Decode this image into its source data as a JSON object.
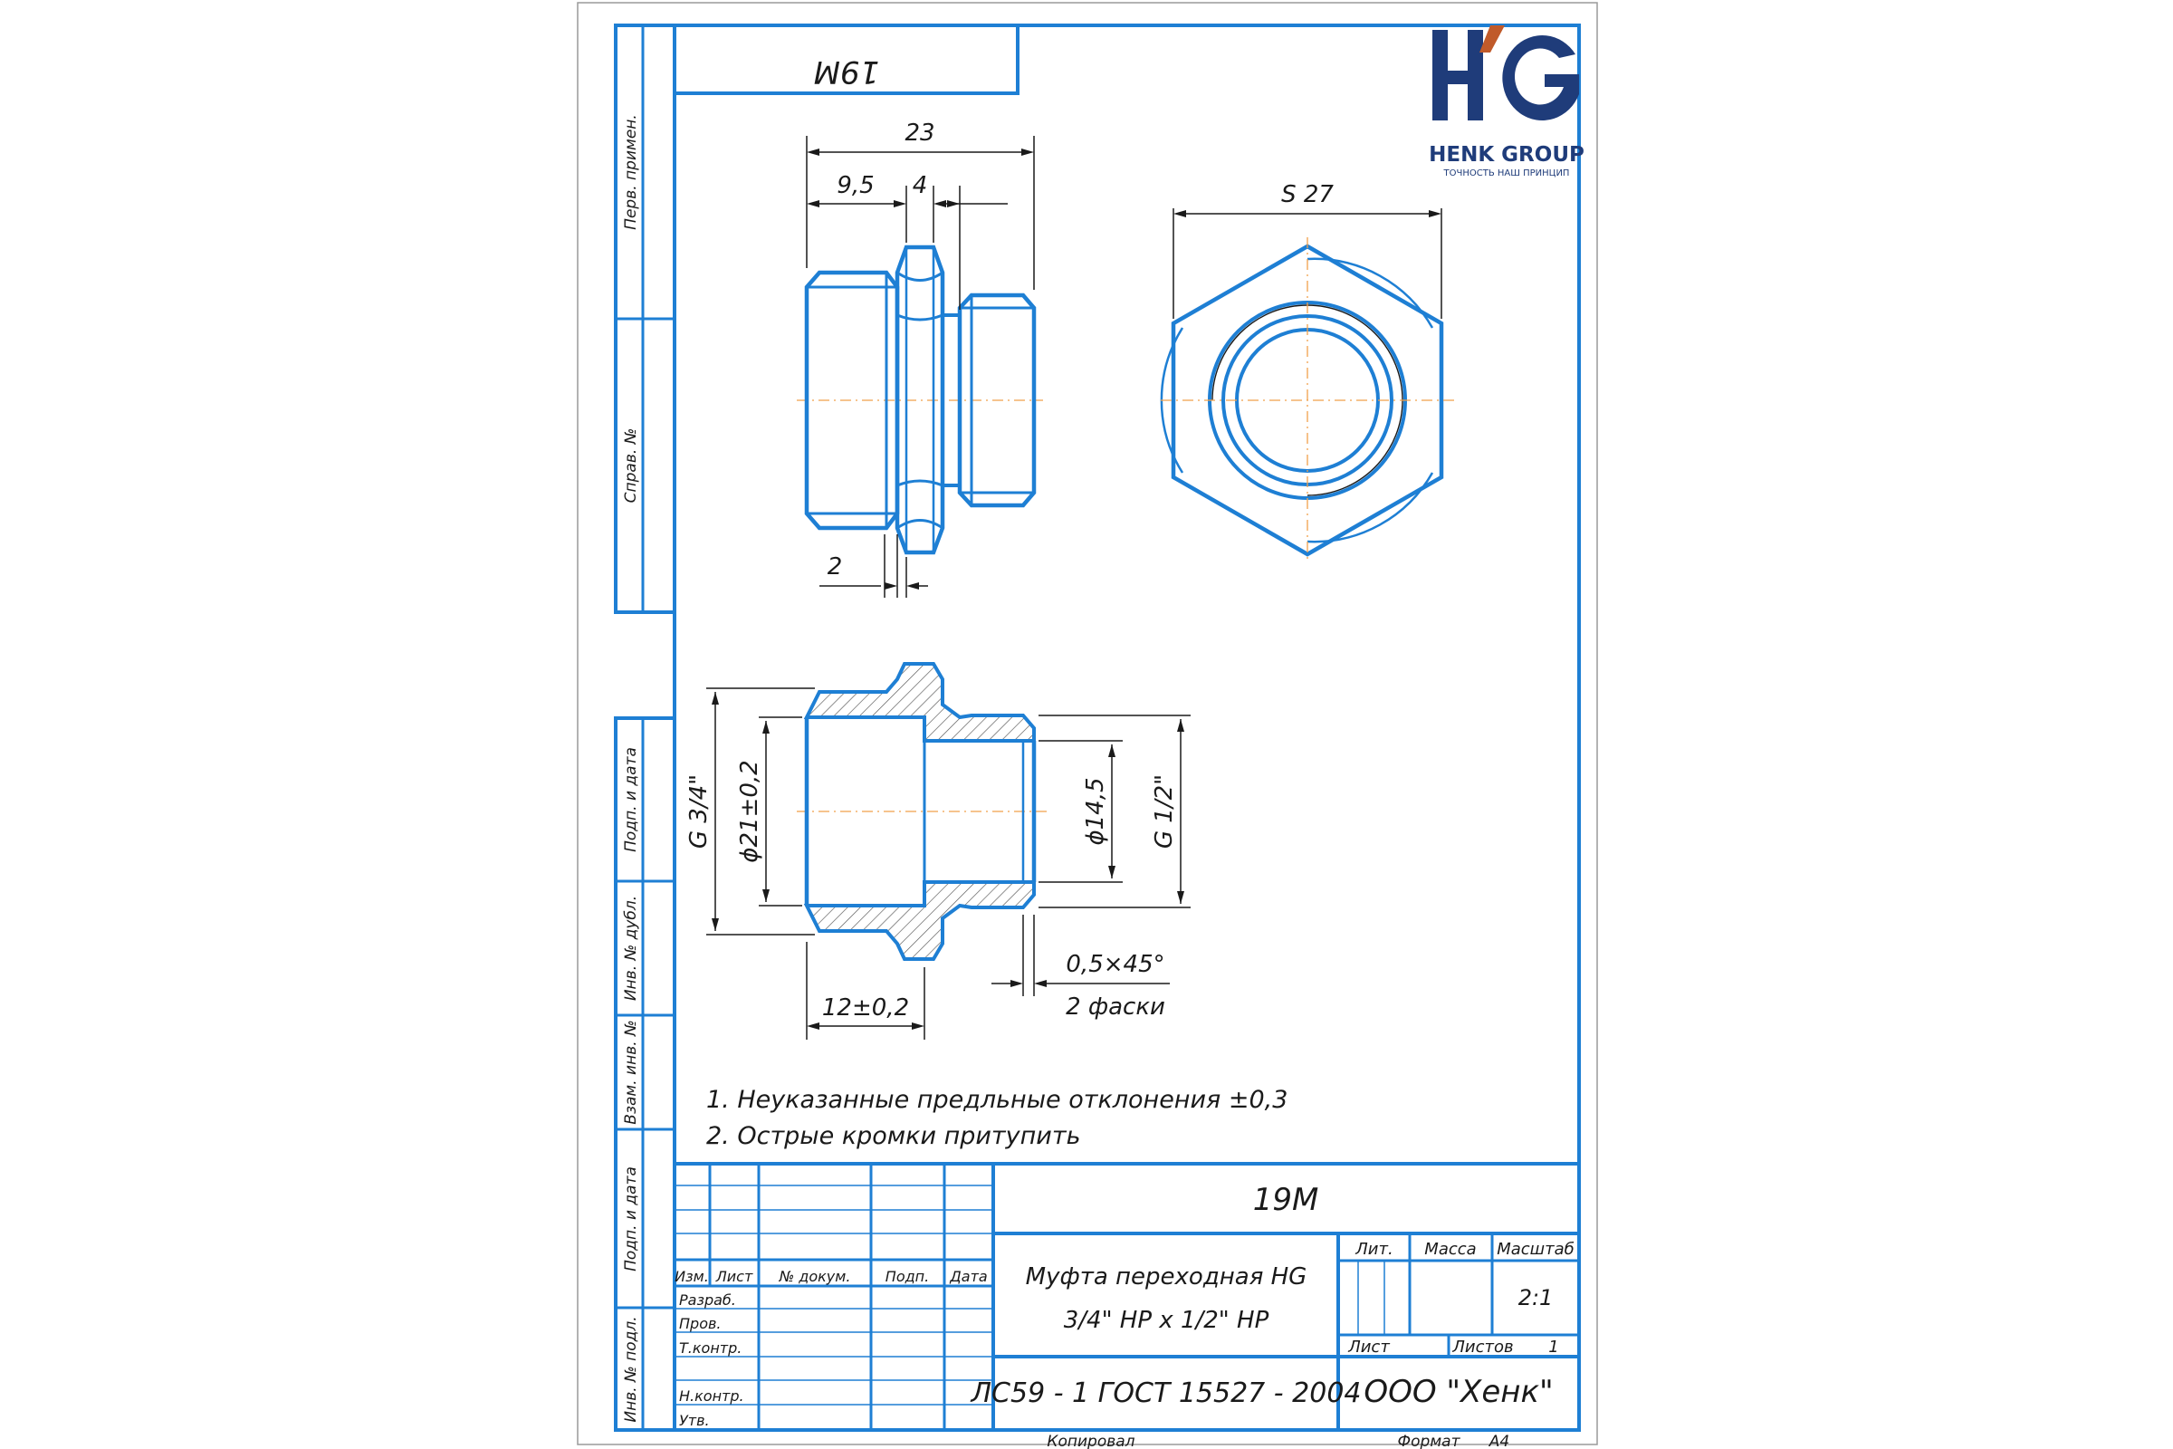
{
  "drawing_code_mirrored": "19M",
  "logo": {
    "letters": "HG",
    "company": "HENK GROUP",
    "slogan": "ТОЧНОСТЬ НАШ ПРИНЦИП",
    "colors": {
      "navy": "#1f3c7a",
      "accent": "#c05a2a"
    }
  },
  "side_labels": [
    "Перв. примен.",
    "Справ. №",
    "Подп. и дата",
    "Инв. № дубл.",
    "Взам. инв. №",
    "Подп. и дата",
    "Инв. № подл."
  ],
  "dimensions": {
    "top_len": "23",
    "top_a": "9,5",
    "top_b": "4",
    "top_c": "2",
    "hex": "S 27",
    "g34": "G 3/4\"",
    "d21": "ϕ21±0,2",
    "d145": "ϕ14,5",
    "g12": "G 1/2\"",
    "chamfer": "0,5×45°",
    "chamfer_note": "2 фаски",
    "len12": "12±0,2"
  },
  "notes": [
    "1. Неуказанные предльные отклонения ±0,3",
    "2. Острые кромки притупить"
  ],
  "title_block": {
    "code": "19M",
    "columns": [
      "Изм.",
      "Лист",
      "№ докум.",
      "Подп.",
      "Дата"
    ],
    "rows": [
      "Разраб.",
      "Пров.",
      "Т.контр.",
      "Н.контр.",
      "Утв."
    ],
    "name_line1": "Муфта переходная HG",
    "name_line2": "3/4\" НР x 1/2\" НР",
    "lit": "Лит.",
    "mass": "Масса",
    "scale_label": "Масштаб",
    "scale": "2:1",
    "sheet": "Лист",
    "sheets_label": "Листов",
    "sheets": "1",
    "material": "ЛС59 - 1 ГОСТ 15527 - 2004",
    "org": "ООО \"Хенк\""
  },
  "footer": {
    "copied": "Копировал",
    "format_label": "Формат",
    "format": "А4"
  },
  "colors": {
    "line": "#1e7fd4",
    "center": "#f0a04b",
    "frame": "#1e7fd4"
  }
}
